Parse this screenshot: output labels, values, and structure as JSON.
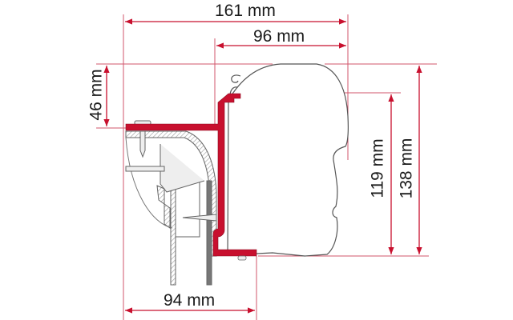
{
  "diagram": {
    "subject": "Awning mounting adapter cross-section",
    "colors": {
      "dimension_line": "#c8102e",
      "bracket_fill": "#c8102e",
      "outline": "#555555",
      "hatch": "#999999",
      "text": "#1a1a1a"
    },
    "dimensions": {
      "overall_width": "161 mm",
      "awning_width": "96 mm",
      "bracket_offset": "46 mm",
      "bracket_height": "119 mm",
      "overall_height": "138 mm",
      "bottom_width": "94 mm"
    }
  }
}
